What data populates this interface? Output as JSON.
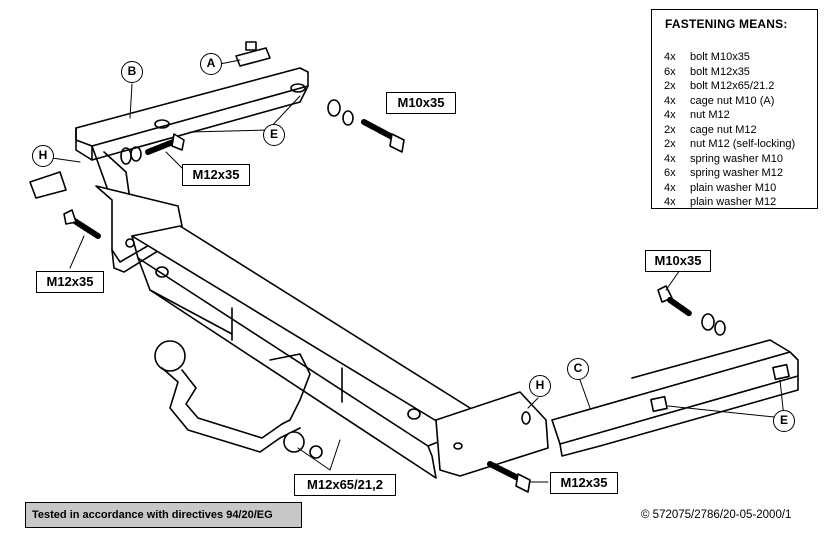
{
  "fastening_means": {
    "title": "FASTENING MEANS:",
    "items": [
      {
        "qty": "4x",
        "desc": "bolt M10x35"
      },
      {
        "qty": "6x",
        "desc": "bolt M12x35"
      },
      {
        "qty": "2x",
        "desc": "bolt M12x65/21.2"
      },
      {
        "qty": "4x",
        "desc": "cage nut M10 (A)"
      },
      {
        "qty": "4x",
        "desc": "nut M12"
      },
      {
        "qty": "2x",
        "desc": "cage nut M12"
      },
      {
        "qty": "2x",
        "desc": "nut M12 (self-locking)"
      },
      {
        "qty": "4x",
        "desc": "spring washer M10"
      },
      {
        "qty": "6x",
        "desc": "spring washer M12"
      },
      {
        "qty": "4x",
        "desc": "plain washer M10"
      },
      {
        "qty": "4x",
        "desc": "plain washer M12"
      }
    ]
  },
  "callouts": {
    "m10x35": "M10x35",
    "m12x35": "M12x35",
    "m12x65": "M12x65/21,2"
  },
  "markers": {
    "a": "A",
    "b": "B",
    "c": "C",
    "e": "E",
    "h": "H"
  },
  "footer": {
    "note": "Tested in accordance with directives 94/20/EG",
    "copyright": "© 572075/2786/20-05-2000/1"
  }
}
